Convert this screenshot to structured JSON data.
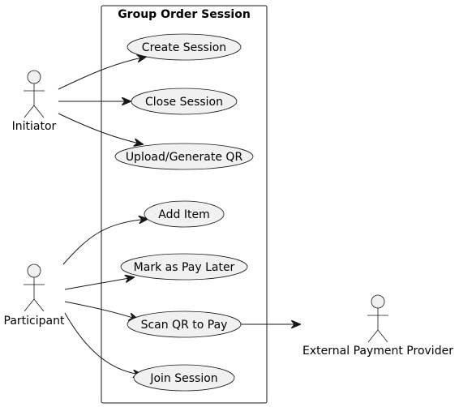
{
  "diagram": {
    "system_boundary": {
      "title": "Group Order Session"
    },
    "actors": {
      "initiator": {
        "label": "Initiator"
      },
      "participant": {
        "label": "Participant"
      },
      "external": {
        "label": "External Payment Provider"
      }
    },
    "use_cases": {
      "create_session": {
        "label": "Create Session"
      },
      "close_session": {
        "label": "Close Session"
      },
      "upload_qr": {
        "label": "Upload/Generate QR"
      },
      "add_item": {
        "label": "Add Item"
      },
      "pay_later": {
        "label": "Mark as Pay Later"
      },
      "scan_qr": {
        "label": "Scan QR to Pay"
      },
      "join_session": {
        "label": "Join Session"
      }
    },
    "relations": [
      {
        "from": "Initiator",
        "to": "Create Session"
      },
      {
        "from": "Initiator",
        "to": "Close Session"
      },
      {
        "from": "Initiator",
        "to": "Upload/Generate QR"
      },
      {
        "from": "Participant",
        "to": "Add Item"
      },
      {
        "from": "Participant",
        "to": "Mark as Pay Later"
      },
      {
        "from": "Participant",
        "to": "Scan QR to Pay"
      },
      {
        "from": "Participant",
        "to": "Join Session"
      },
      {
        "from": "Scan QR to Pay",
        "to": "External Payment Provider"
      }
    ]
  }
}
